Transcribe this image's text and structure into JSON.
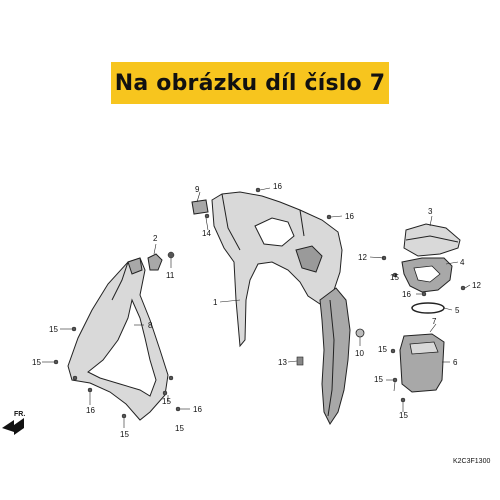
{
  "banner": {
    "text": "Na obrázku díl číslo 7",
    "color": "#f7c51e"
  },
  "diagram_code": "K2C3F1300",
  "direction_label": "FR.",
  "callouts": {
    "c1": "1",
    "c2": "2",
    "c3": "3",
    "c4": "4",
    "c5": "5",
    "c6": "6",
    "c7": "7",
    "c8": "8",
    "c9": "9",
    "c10": "10",
    "c11": "11",
    "c12a": "12",
    "c12b": "12",
    "c13": "13",
    "c14": "14",
    "c15a": "15",
    "c15b": "15",
    "c15c": "15",
    "c15d": "15",
    "c15e": "15",
    "c15f": "15",
    "c15g": "15",
    "c15h": "15",
    "c15i": "15",
    "c16a": "16",
    "c16b": "16",
    "c16c": "16",
    "c16d": "16",
    "c16e": "16"
  }
}
